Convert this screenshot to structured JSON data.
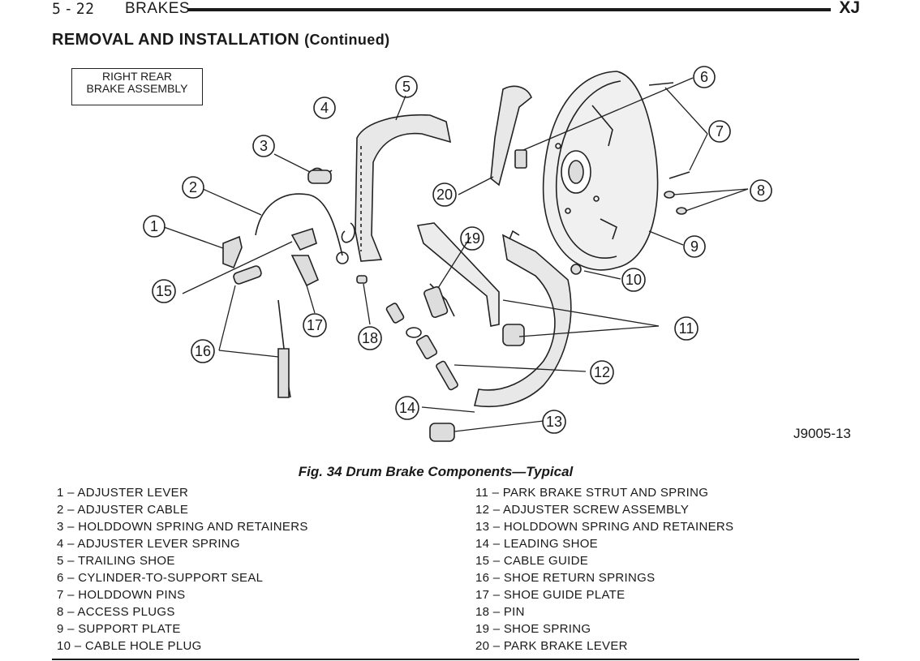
{
  "header": {
    "page": "5 - 22",
    "section": "BRAKES",
    "model": "XJ"
  },
  "title": {
    "main": "REMOVAL AND INSTALLATION",
    "cont": "(Continued)"
  },
  "figure": {
    "box_line1": "RIGHT REAR",
    "box_line2": "BRAKE ASSEMBLY",
    "id": "J9005-13",
    "callouts": [
      "1",
      "2",
      "3",
      "4",
      "5",
      "6",
      "7",
      "8",
      "9",
      "10",
      "11",
      "12",
      "13",
      "14",
      "15",
      "16",
      "17",
      "18",
      "19",
      "20"
    ]
  },
  "caption": "Fig. 34 Drum Brake Components—Typical",
  "legend": {
    "left": [
      "1 – ADJUSTER LEVER",
      "2 – ADJUSTER CABLE",
      "3 – HOLDDOWN SPRING AND RETAINERS",
      "4 – ADJUSTER LEVER SPRING",
      "5 – TRAILING SHOE",
      "6 – CYLINDER-TO-SUPPORT SEAL",
      "7 – HOLDDOWN PINS",
      "8 – ACCESS PLUGS",
      "9 – SUPPORT PLATE",
      "10 – CABLE HOLE PLUG"
    ],
    "right": [
      "11 – PARK BRAKE STRUT AND SPRING",
      "12 – ADJUSTER SCREW ASSEMBLY",
      "13 – HOLDDOWN SPRING AND RETAINERS",
      "14 – LEADING SHOE",
      "15 – CABLE GUIDE",
      "16 – SHOE RETURN SPRINGS",
      "17 – SHOE GUIDE PLATE",
      "18 – PIN",
      "19 – SHOE SPRING",
      "20 – PARK BRAKE LEVER"
    ]
  }
}
